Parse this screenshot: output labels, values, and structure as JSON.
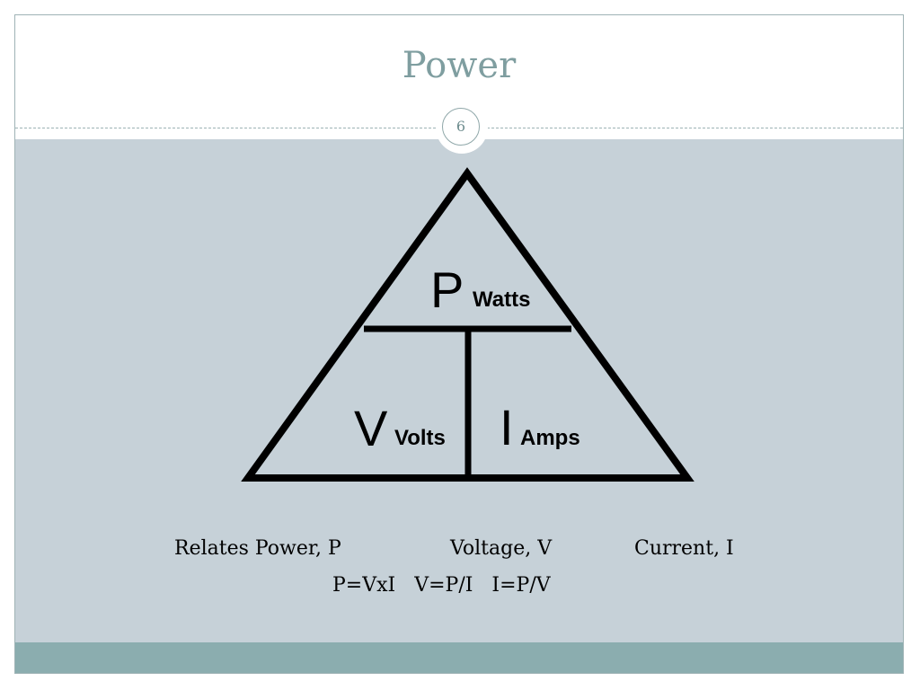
{
  "slide": {
    "title": "Power",
    "number": "6"
  },
  "triangle": {
    "top": {
      "symbol": "P",
      "unit": "Watts"
    },
    "left": {
      "symbol": "V",
      "unit": "Volts"
    },
    "right": {
      "symbol": "I",
      "unit": "Amps"
    }
  },
  "text": {
    "relates_label": "Relates Power, P",
    "voltage_label": "Voltage, V",
    "current_label": "Current, I",
    "formulas": "P=VxI   V=P/I   I=P/V"
  },
  "colors": {
    "title": "#7f9ea0",
    "panel": "#c6d1d8",
    "footer": "#8badaf"
  }
}
